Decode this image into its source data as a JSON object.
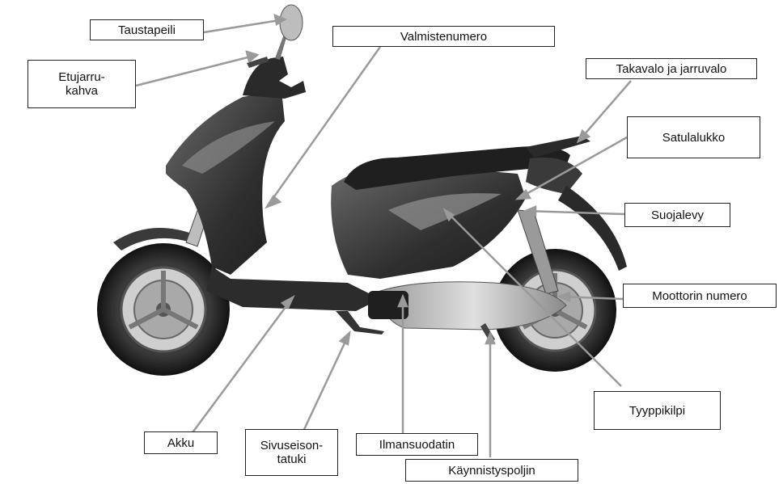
{
  "labels": {
    "taustapeili": "Taustapeili",
    "etujarrukahva": "Etujarru-\nkahva",
    "valmistenumero": "Valmistenumero",
    "takavalo": "Takavalo ja jarruvalo",
    "satulalukko": "Satulalukko",
    "suojalevy": "Suojalevy",
    "moottorin_numero": "Moottorin numero",
    "tyyppikilpi": "Tyyppikilpi",
    "akku": "Akku",
    "sivuseisontatuki": "Sivuseison-\ntatuki",
    "ilmansuodatin": "Ilmansuodatin",
    "kaynnistyspoljin": "Käynnistyspoljin"
  },
  "colors": {
    "leader": "#9a9a9a",
    "body_dark": "#2e2e2e",
    "body_mid": "#5a5a5a",
    "chrome": "#c9c9c9"
  }
}
